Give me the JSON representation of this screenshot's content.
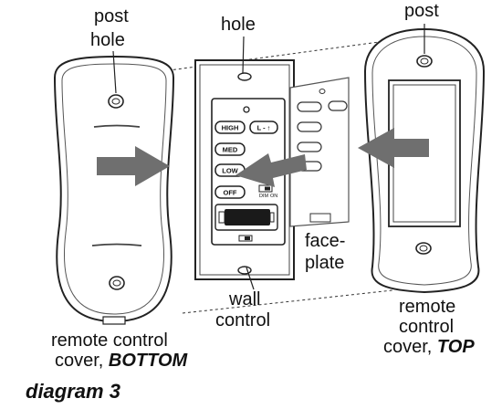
{
  "labels": {
    "post_hole_line1": "post",
    "post_hole_line2": "hole",
    "hole": "hole",
    "post": "post",
    "faceplate_line1": "face-",
    "faceplate_line2": "plate",
    "wall_control_line1": "wall",
    "wall_control_line2": "control",
    "remote_bottom_line1": "remote control",
    "remote_bottom_line2_prefix": "cover, ",
    "remote_bottom_line2_emph": "BOTTOM",
    "remote_top_line1": "remote",
    "remote_top_line2": "control",
    "remote_top_line3_prefix": "cover, ",
    "remote_top_line3_emph": "TOP"
  },
  "buttons": {
    "high": "HIGH",
    "light": "L",
    "med": "MED",
    "low": "LOW",
    "off": "OFF",
    "dim": "DIM",
    "on": "ON"
  },
  "caption": "diagram 3",
  "colors": {
    "line": "#222222",
    "arrow": "#6f6f6f",
    "battery": "#1a1a1a"
  }
}
